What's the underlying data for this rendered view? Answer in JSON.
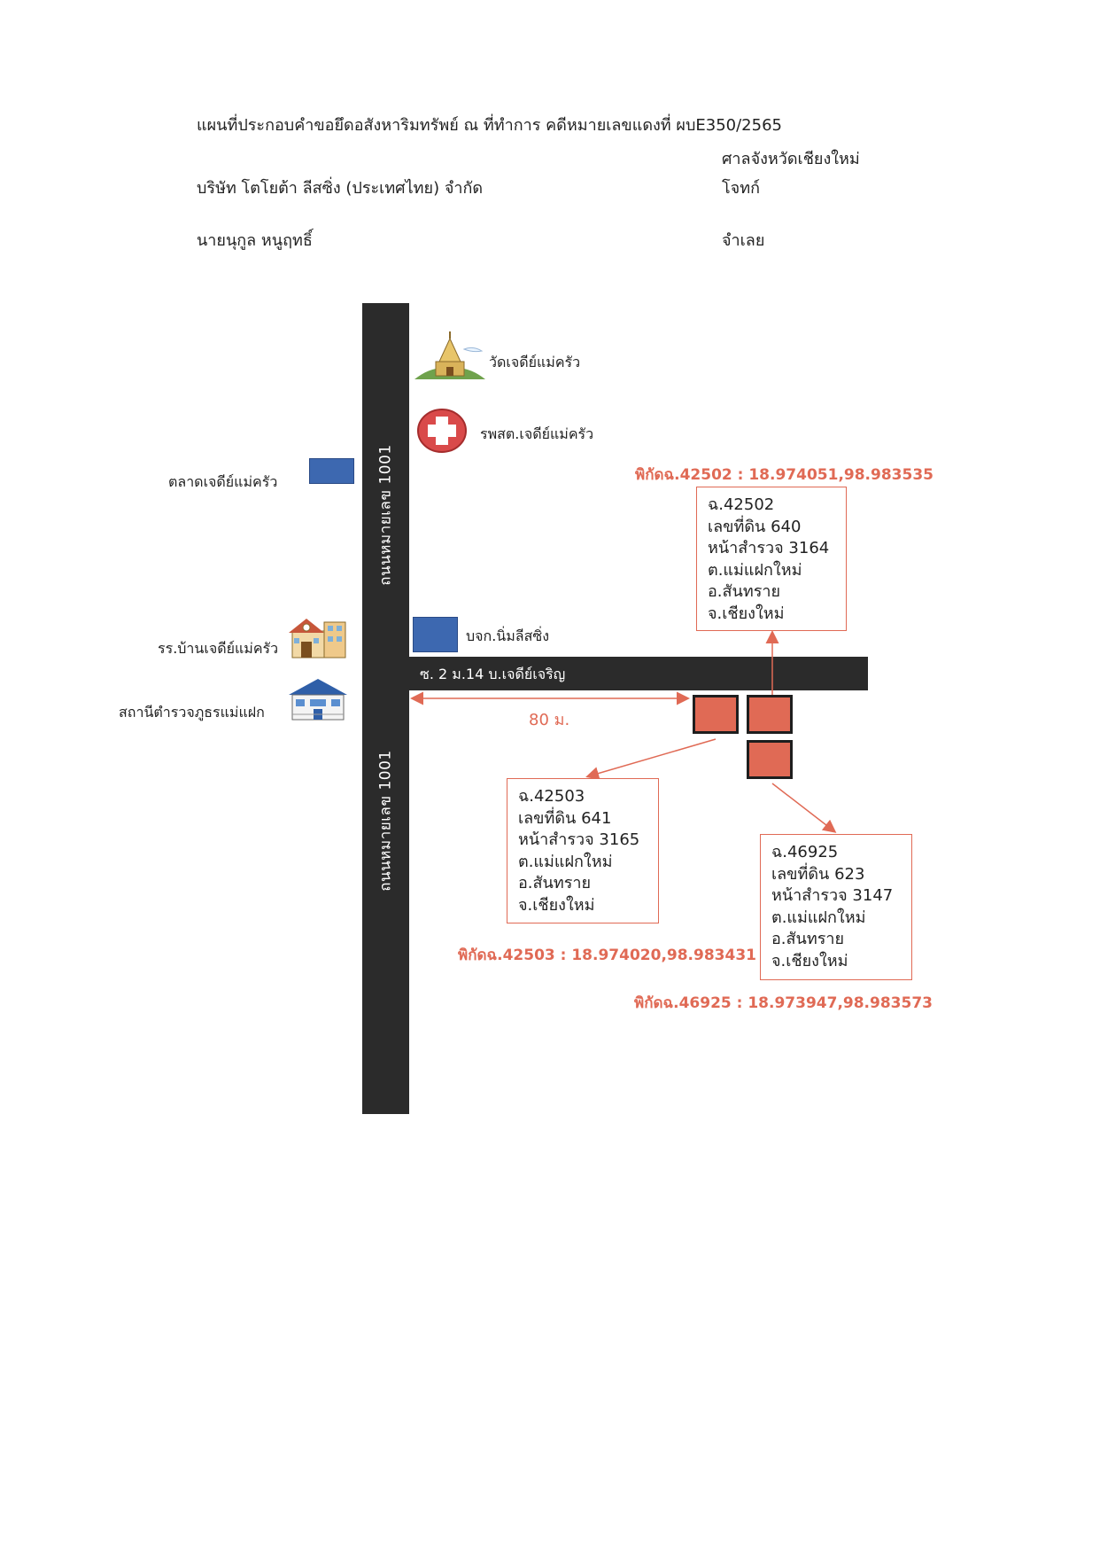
{
  "header": {
    "title": "แผนที่ประกอบคำขอยึดอสังหาริมทรัพย์ ณ ที่ทำการ คดีหมายเลขแดงที่ ผบE350/2565",
    "court": "ศาลจังหวัดเชียงใหม่",
    "plaintiff_name": "บริษัท โตโยต้า ลีสซิ่ง (ประเทศไทย) จำกัด",
    "plaintiff_role": "โจทก์",
    "defendant_name": "นายนุกูล  หนูฤทธิ์",
    "defendant_role": "จำเลย"
  },
  "roads": {
    "main_road_label": "ถนนหมายเลข 1001",
    "side_road_label": "ซ. 2 ม.14 บ.เจดีย์เจริญ"
  },
  "landmarks": {
    "temple": "วัดเจดีย์แม่ครัว",
    "health_center": "รพสต.เจดีย์แม่ครัว",
    "market": "ตลาดเจดีย์แม่ครัว",
    "leasing_company": "บจก.นิ่มลีสซิ่ง",
    "school": "รร.บ้านเจดีย์แม่ครัว",
    "police_station": "สถานีตำรวจภูธรแม่แฝก"
  },
  "distance_label": "80 ม.",
  "parcels": [
    {
      "coord_label": "พิกัดฉ.42502 : 18.974051,98.983535",
      "lines": [
        "ฉ.42502",
        "เลขที่ดิน 640",
        "หน้าสำรวจ 3164",
        "ต.แม่แฝกใหม่",
        "อ.สันทราย",
        "จ.เชียงใหม่"
      ]
    },
    {
      "coord_label": "พิกัดฉ.42503 : 18.974020,98.983431",
      "lines": [
        "ฉ.42503",
        "เลขที่ดิน 641",
        "หน้าสำรวจ 3165",
        "ต.แม่แฝกใหม่",
        "อ.สันทราย",
        "จ.เชียงใหม่"
      ]
    },
    {
      "coord_label": "พิกัดฉ.46925 : 18.973947,98.983573",
      "lines": [
        "ฉ.46925",
        "เลขที่ดิน 623",
        "หน้าสำรวจ 3147",
        "ต.แม่แฝกใหม่",
        "อ.สันทราย",
        "จ.เชียงใหม่"
      ]
    }
  ],
  "colors": {
    "road": "#2b2b2b",
    "accent": "#e06a55",
    "building": "#3d68b0"
  }
}
